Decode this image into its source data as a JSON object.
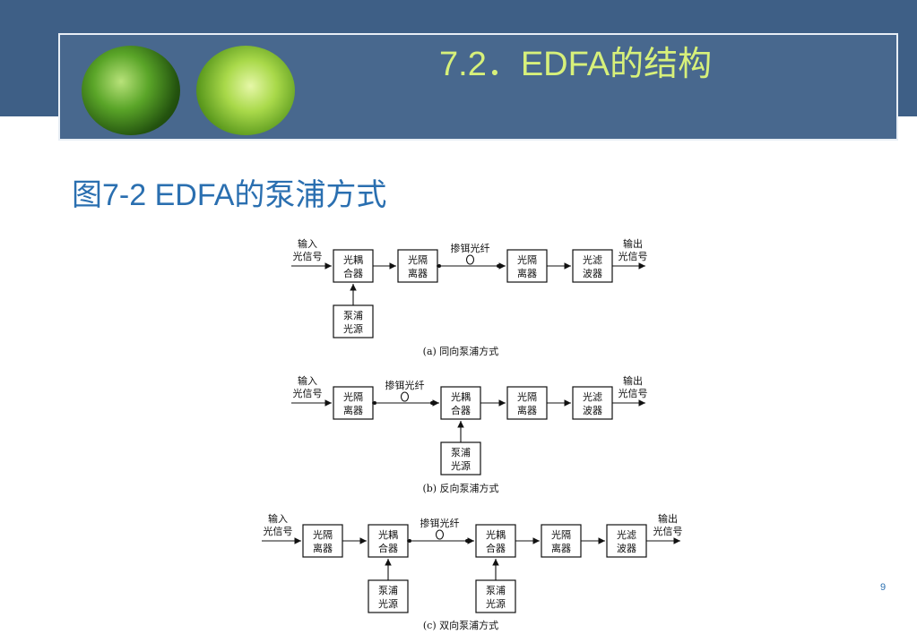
{
  "header": {
    "title": "7.2．EDFA的结构"
  },
  "figure": {
    "heading": "图7-2 EDFA的泵浦方式"
  },
  "page_number": "9",
  "diagrams": [
    {
      "caption": "(a)  同向泵浦方式",
      "input_label": [
        "输入",
        "光信号"
      ],
      "output_label": [
        "输出",
        "光信号"
      ],
      "fiber_label": "掺铒光纤",
      "chain": [
        "光耦|合器",
        "光隔|离器",
        "FIBER",
        "光隔|离器",
        "光滤|波器"
      ],
      "pumps": [
        {
          "below": "光耦|合器",
          "label": "泵浦|光源"
        }
      ]
    },
    {
      "caption": "(b)  反向泵浦方式",
      "input_label": [
        "输入",
        "光信号"
      ],
      "output_label": [
        "输出",
        "光信号"
      ],
      "fiber_label": "掺铒光纤",
      "chain": [
        "光隔|离器",
        "FIBER",
        "光耦|合器",
        "光隔|离器",
        "光滤|波器"
      ],
      "pumps": [
        {
          "below": "光耦|合器",
          "label": "泵浦|光源"
        }
      ]
    },
    {
      "caption": "(c)  双向泵浦方式",
      "input_label": [
        "输入",
        "光信号"
      ],
      "output_label": [
        "输出",
        "光信号"
      ],
      "fiber_label": "掺铒光纤",
      "chain": [
        "光隔|离器",
        "光耦|合器",
        "FIBER",
        "光耦|合器",
        "光隔|离器",
        "光滤|波器"
      ],
      "pumps": [
        {
          "below": "光耦|合器",
          "label": "泵浦|光源"
        },
        {
          "below": "光耦|合器",
          "label": "泵浦|光源"
        }
      ]
    }
  ]
}
